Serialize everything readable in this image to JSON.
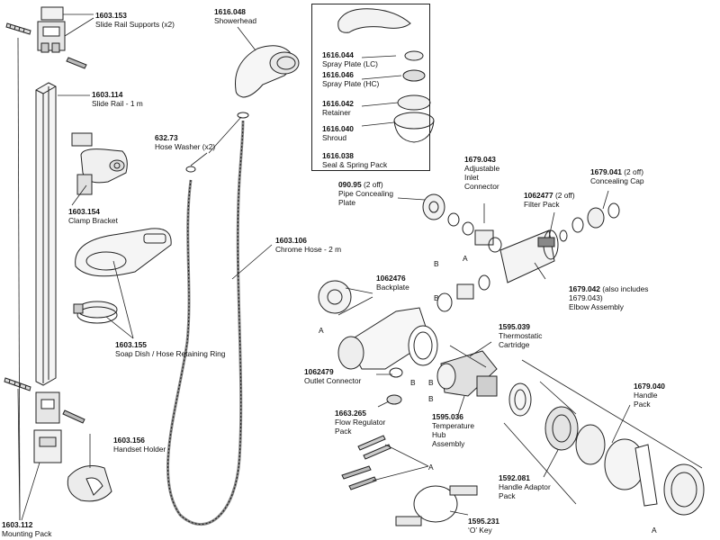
{
  "parts": [
    {
      "id": "p1603153",
      "code": "1603.153",
      "desc": "Slide Rail Supports (x2)"
    },
    {
      "id": "p1603114",
      "code": "1603.114",
      "desc": "Slide Rail - 1 m"
    },
    {
      "id": "p1603154",
      "code": "1603.154",
      "desc": "Clamp Bracket"
    },
    {
      "id": "p1603155",
      "code": "1603.155",
      "desc": "Soap Dish / Hose Retaining Ring"
    },
    {
      "id": "p1603156",
      "code": "1603.156",
      "desc": "Handset Holder"
    },
    {
      "id": "p1603112",
      "code": "1603.112",
      "desc": "Mounting Pack"
    },
    {
      "id": "p1616048",
      "code": "1616.048",
      "desc": "Showerhead"
    },
    {
      "id": "p63273",
      "code": "632.73",
      "desc": "Hose Washer (x2)"
    },
    {
      "id": "p1603106",
      "code": "1603.106",
      "desc": "Chrome Hose - 2 m"
    },
    {
      "id": "p1616044",
      "code": "1616.044",
      "desc": "Spray Plate (LC)"
    },
    {
      "id": "p1616046",
      "code": "1616.046",
      "desc": "Spray Plate (HC)"
    },
    {
      "id": "p1616042",
      "code": "1616.042",
      "desc": "Retainer"
    },
    {
      "id": "p1616040",
      "code": "1616.040",
      "desc": "Shroud"
    },
    {
      "id": "p1616038",
      "code": "1616.038",
      "desc": "Seal & Spring Pack"
    },
    {
      "id": "p09095",
      "code": "090.95",
      "qty": "(2 off)",
      "desc": [
        "Pipe Concealing",
        "Plate"
      ]
    },
    {
      "id": "p1679043",
      "code": "1679.043",
      "desc": [
        "Adjustable",
        "Inlet",
        "Connector"
      ]
    },
    {
      "id": "p1062477",
      "code": "1062477",
      "qty": "(2 off)",
      "desc": [
        "Filter Pack"
      ]
    },
    {
      "id": "p1679041",
      "code": "1679.041",
      "qty": "(2 off)",
      "desc": [
        "Concealing Cap"
      ]
    },
    {
      "id": "p1062476",
      "code": "1062476",
      "desc": "Backplate"
    },
    {
      "id": "p1679042",
      "code": "1679.042",
      "qty": "(also includes",
      "desc": [
        "1679.043)",
        "Elbow Assembly"
      ]
    },
    {
      "id": "p1595039",
      "code": "1595.039",
      "desc": [
        "Thermostatic",
        "Cartridge"
      ]
    },
    {
      "id": "p1062479",
      "code": "1062479",
      "desc": "Outlet Connector"
    },
    {
      "id": "p1663265",
      "code": "1663.265",
      "desc": [
        "Flow Regulator",
        "Pack"
      ]
    },
    {
      "id": "p1595036",
      "code": "1595.036",
      "desc": [
        "Temperature",
        "Hub",
        "Assembly"
      ]
    },
    {
      "id": "p1679040",
      "code": "1679.040",
      "desc": [
        "Handle",
        "Pack"
      ]
    },
    {
      "id": "p1592081",
      "code": "1592.081",
      "desc": [
        "Handle Adaptor",
        "Pack"
      ]
    },
    {
      "id": "p1595231",
      "code": "1595.231",
      "desc": [
        "‘O’ Key"
      ]
    }
  ],
  "markers": {
    "a": "A",
    "b": "B"
  }
}
